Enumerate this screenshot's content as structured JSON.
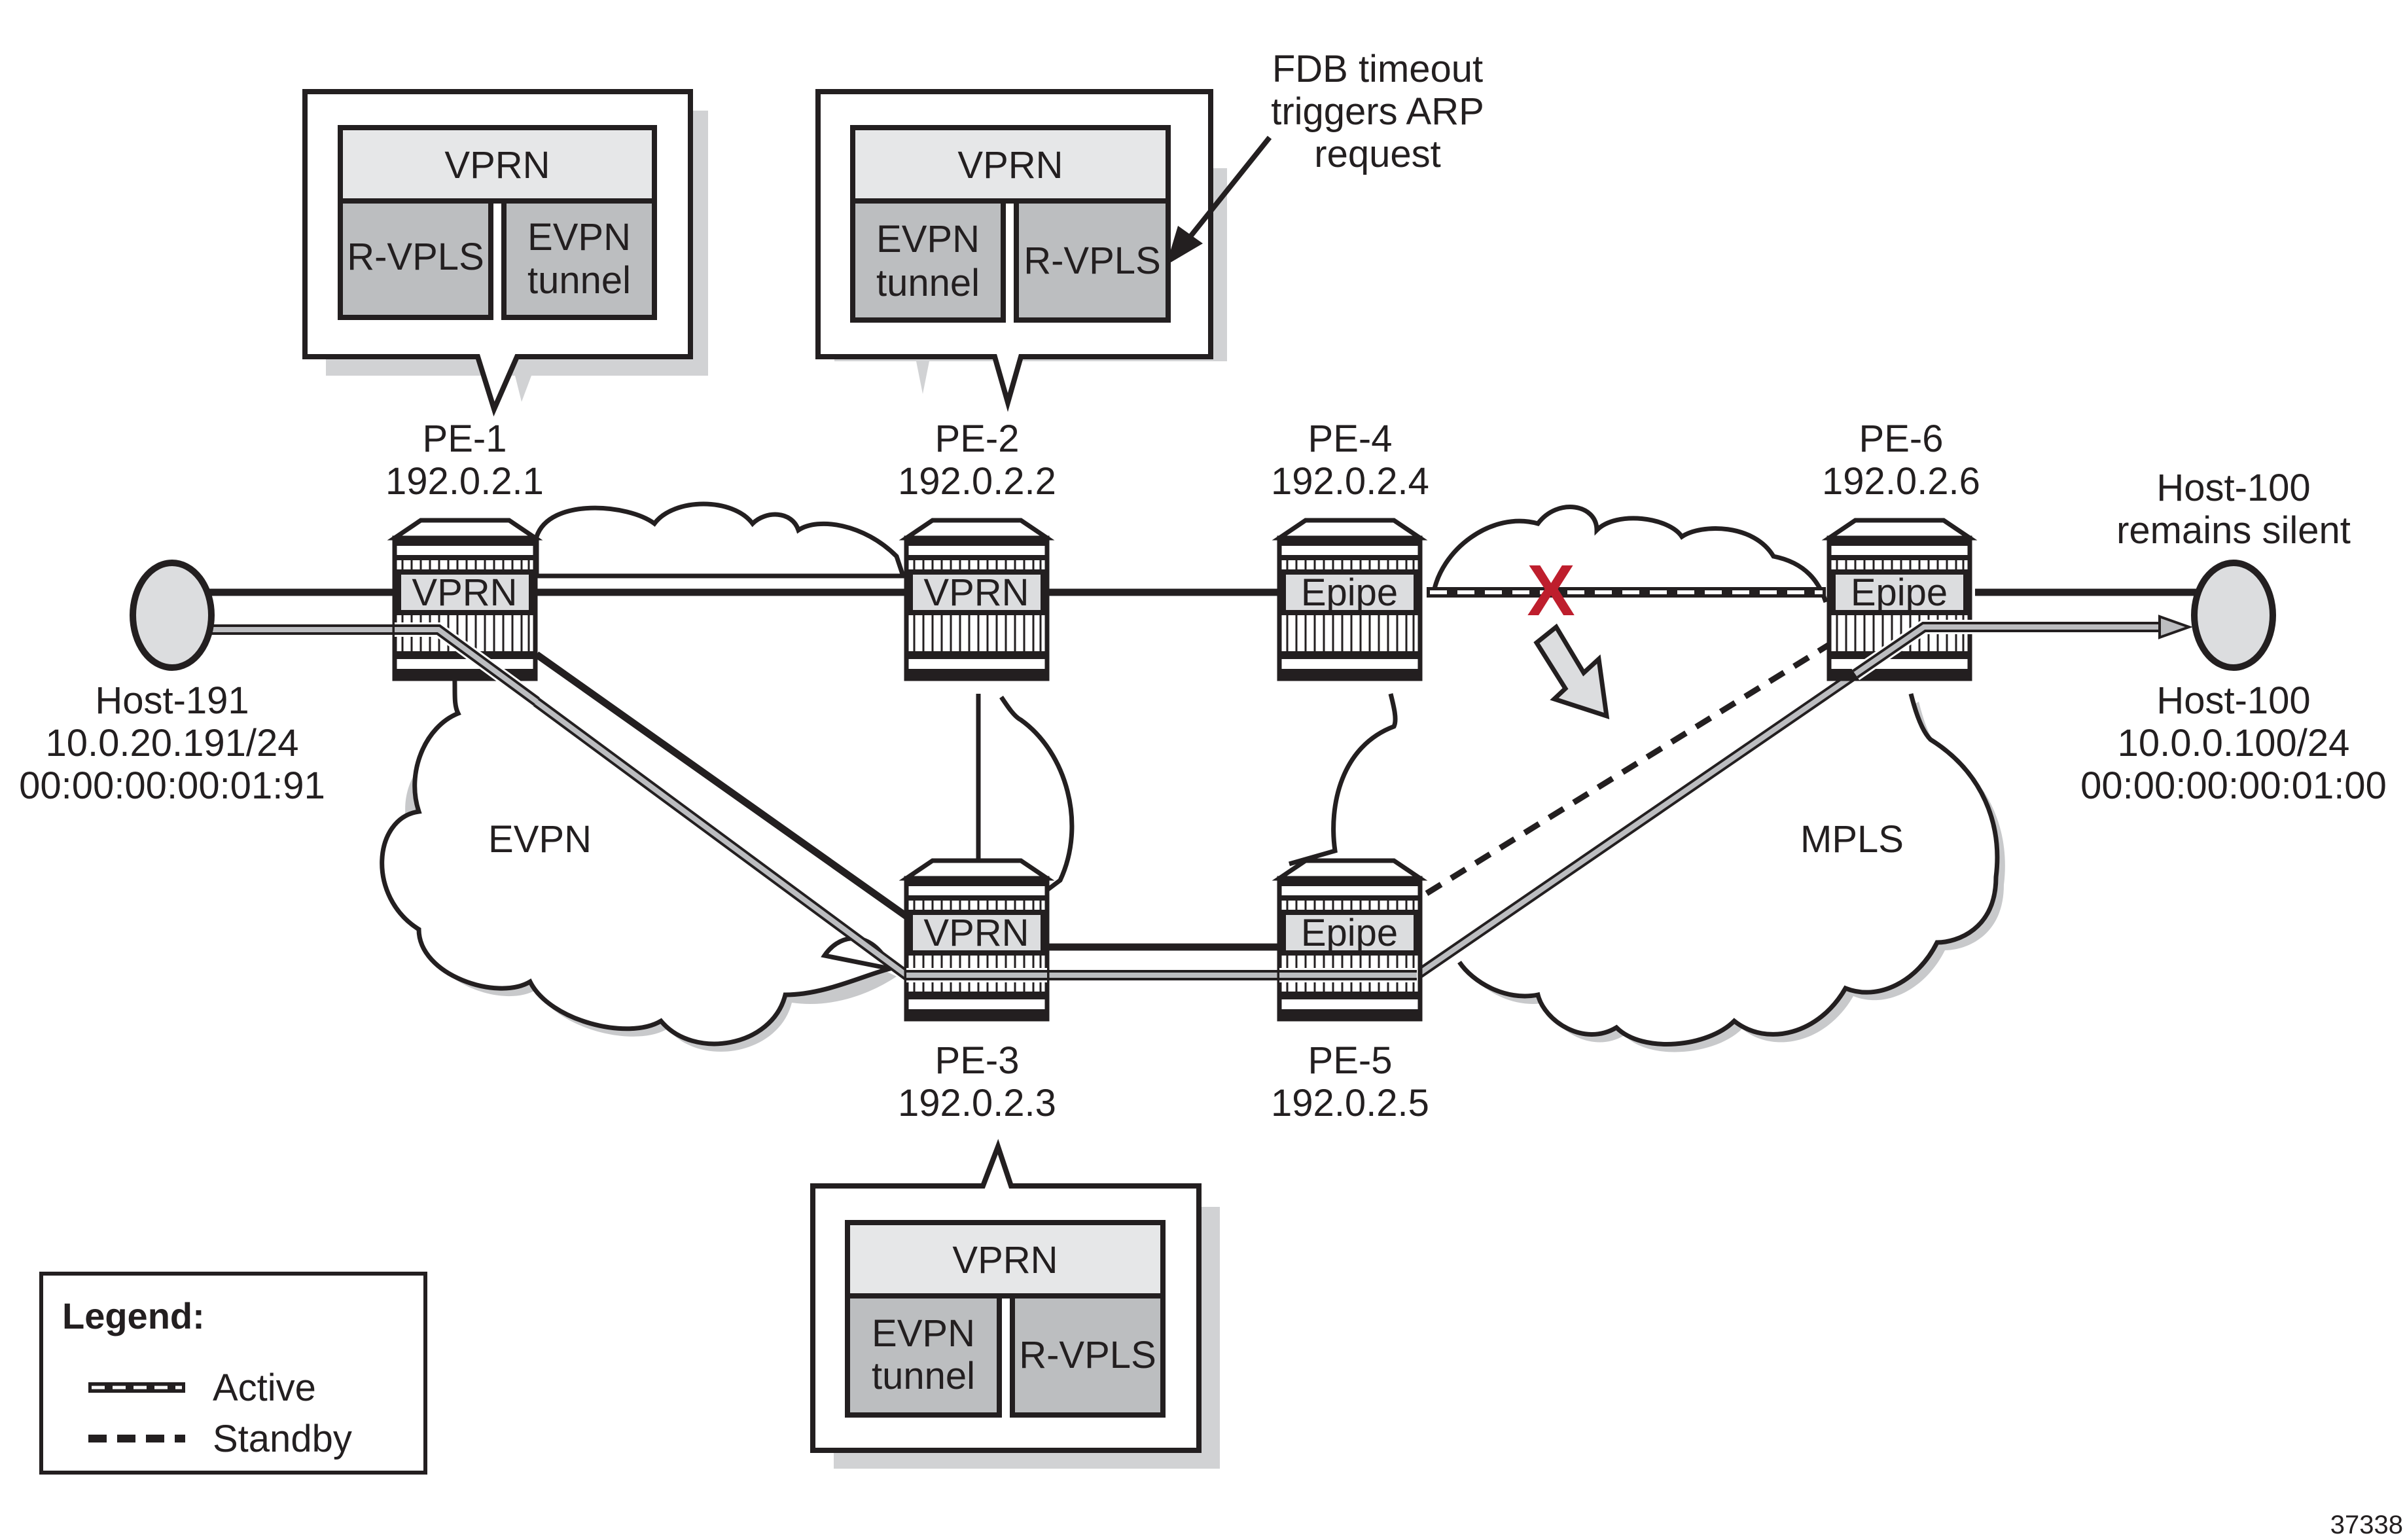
{
  "figure_id": "37338",
  "routers": [
    {
      "id": "PE-1",
      "name": "PE-1",
      "ip": "192.0.2.1",
      "service": "VPRN"
    },
    {
      "id": "PE-2",
      "name": "PE-2",
      "ip": "192.0.2.2",
      "service": "VPRN"
    },
    {
      "id": "PE-3",
      "name": "PE-3",
      "ip": "192.0.2.3",
      "service": "VPRN"
    },
    {
      "id": "PE-4",
      "name": "PE-4",
      "ip": "192.0.2.4",
      "service": "Epipe"
    },
    {
      "id": "PE-5",
      "name": "PE-5",
      "ip": "192.0.2.5",
      "service": "Epipe"
    },
    {
      "id": "PE-6",
      "name": "PE-6",
      "ip": "192.0.2.6",
      "service": "Epipe"
    }
  ],
  "hosts": [
    {
      "id": "host-191",
      "name": "Host-191",
      "ip": "10.0.20.191/24",
      "mac": "00:00:00:00:01:91"
    },
    {
      "id": "host-100",
      "name": "Host-100",
      "ip": "10.0.0.100/24",
      "mac": "00:00:00:00:01:00",
      "note_line1": "Host-100",
      "note_line2": "remains silent"
    }
  ],
  "clouds": [
    {
      "id": "evpn",
      "label": "EVPN"
    },
    {
      "id": "mpls",
      "label": "MPLS"
    }
  ],
  "callouts": [
    {
      "id": "pe1-callout",
      "header": "VPRN",
      "left": [
        "R-VPLS"
      ],
      "right": [
        "EVPN",
        "tunnel"
      ]
    },
    {
      "id": "pe2-callout",
      "header": "VPRN",
      "left": [
        "EVPN",
        "tunnel"
      ],
      "right": [
        "R-VPLS"
      ]
    },
    {
      "id": "pe3-callout",
      "header": "VPRN",
      "left": [
        "EVPN",
        "tunnel"
      ],
      "right": [
        "R-VPLS"
      ]
    }
  ],
  "annotation": {
    "lines": [
      "FDB timeout",
      "triggers ARP",
      "request"
    ]
  },
  "failure_marker": {
    "symbol": "X",
    "color": "#be1e2d"
  },
  "legend": {
    "title": "Legend:",
    "items": [
      {
        "style": "active",
        "label": "Active"
      },
      {
        "style": "standby",
        "label": "Standby"
      }
    ]
  },
  "colors": {
    "ink": "#231f20",
    "service_fill": "#dcdddf",
    "host_fill": "#dcdddf",
    "active_path": "#bcbdc0",
    "failure": "#be1e2d"
  }
}
